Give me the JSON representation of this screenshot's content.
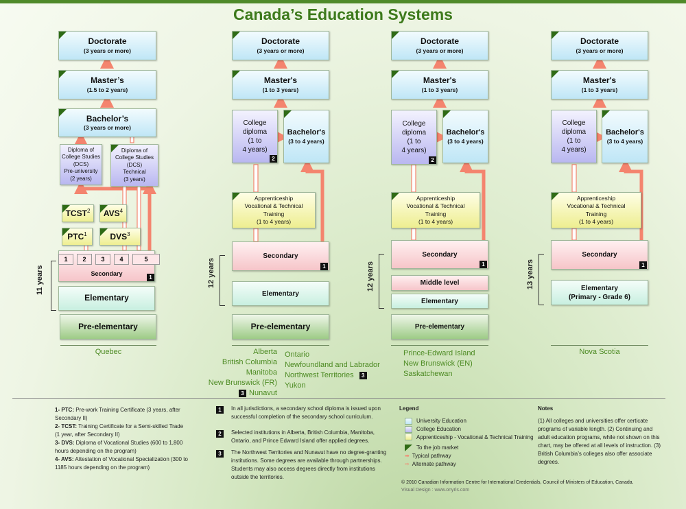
{
  "title": "Canada’s Education Systems",
  "common": {
    "doctorate": "Doctorate",
    "doctorate_sub": "(3 years or more)",
    "masters": "Master's",
    "masters_sub": "(1 to 3 years)",
    "bachelors": "Bachelor's",
    "bachelors_sub": "(3 to 4 years)",
    "college": [
      "College",
      "diploma",
      "(1 to",
      "4 years)"
    ],
    "appr": [
      "Apprenticeship",
      "Vocational & Technical",
      "Training",
      "(1 to 4 years)"
    ],
    "secondary": "Secondary",
    "elementary": "Elementary",
    "pre": "Pre-elementary",
    "middle": "Middle level"
  },
  "quebec": {
    "masters": "Master’s",
    "masters_sub": "(1.5 to 2 years)",
    "bachelors": "Bachelor’s",
    "bachelors_sub": "(3 years or more)",
    "dcs_pre": [
      "Diploma of",
      "College Studies",
      "(DCS)",
      "Pre-university",
      "(2 years)"
    ],
    "dcs_tech": [
      "Diploma of",
      "College Studies",
      "(DCS)",
      "Technical",
      "(3 years)"
    ],
    "tcst": "TCST",
    "tcst_n": "2",
    "avs": "AVS",
    "avs_n": "4",
    "ptc": "PTC",
    "ptc_n": "1",
    "dvs": "DVS",
    "dvs_n": "3",
    "grades": [
      "1",
      "2",
      "3",
      "4",
      "5"
    ],
    "years": "11 years",
    "region": "Quebec"
  },
  "col2": {
    "years": "12 years",
    "regions_left": [
      "Alberta",
      "British Columbia",
      "Manitoba",
      "New Brunswick (FR)",
      "Nunavut"
    ],
    "regions_right": [
      "Ontario",
      "Newfoundland and Labrador",
      "Northwest Territories",
      "Yukon"
    ]
  },
  "col3": {
    "years": "12 years",
    "regions": [
      "Prince-Edward Island",
      "New Brunswick (EN)",
      "Saskatchewan"
    ]
  },
  "col4": {
    "years": "13 years",
    "elementary_sub": "(Primary - Grade 6)",
    "region": "Nova Scotia"
  },
  "markers": {
    "one": "1",
    "two": "2",
    "three": "3"
  },
  "abbrev": [
    {
      "k": "1- PTC:",
      "v": " Pre-work Training Certificate (3 years, after Secondary II)"
    },
    {
      "k": "2- TCST:",
      "v": "  Training Certificate for a Semi-skilled Trade (1 year, after Secondary II)"
    },
    {
      "k": "3- DVS:",
      "v": " Diploma of Vocational Studies (600 to 1,800 hours depending on the program)"
    },
    {
      "k": "4- AVS:",
      "v": " Attestation of Vocational Specialization (300 to 1185 hours depending on the program)"
    }
  ],
  "footnotes": [
    {
      "n": "1",
      "text": "In all jurisdictions, a secondary school diploma is issued upon successful completion of the secondary school curriculum."
    },
    {
      "n": "2",
      "text": "Selected institutions in Alberta, British Columbia, Manitoba, Ontario, and Prince Edward Island offer applied degrees."
    },
    {
      "n": "3",
      "text": "The Northwest Territories and Nunavut have no degree-granting institutions. Some degrees are available through partnerships. Students may also access degrees directly from institutions outside the territories."
    }
  ],
  "legend": {
    "title": "Legend",
    "university": "University Education",
    "college": "College Education",
    "appr": "Apprenticeship - Vocational & Technical Training",
    "job": "To the job market",
    "typical": "Typical pathway",
    "alternate": "Alternate pathway"
  },
  "notes": {
    "title": "Notes",
    "text": "(1) All colleges and universities offer certicate programs of variable length. (2) Continuing and adult education programs, while not shown on this chart, may be offered at all levels of instruction. (3) British Columbia’s colleges also offer associate degrees."
  },
  "credits": {
    "copyright": "© 2010 Canadian Information Centre for International Credentials, Council of Ministers of Education, Canada.",
    "design": "Visual Design : www.onyris.com"
  },
  "colors": {
    "title": "#3d7a1c",
    "typical": "#f4846e",
    "job": "#2f6b16"
  }
}
